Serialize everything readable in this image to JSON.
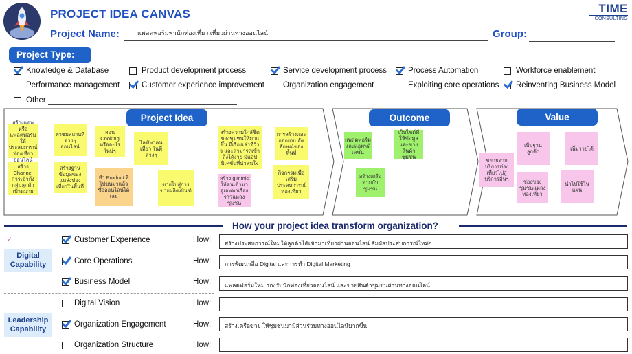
{
  "header": {
    "title": "PROJECT IDEA CANVAS",
    "project_name_label": "Project Name:",
    "project_name_value": "แพลตฟอร์มพานักท่องเที่ยว เที่ยวผ่านทางออนไลน์",
    "group_label": "Group:",
    "brand_main": "TIME",
    "brand_sub": "CONSULTING"
  },
  "project_type": {
    "label": "Project Type:",
    "options": [
      {
        "label": "Knowledge & Database",
        "checked": true
      },
      {
        "label": "Product development process",
        "checked": false
      },
      {
        "label": "Service development process",
        "checked": true
      },
      {
        "label": "Process Automation",
        "checked": true
      },
      {
        "label": "Workforce enablement",
        "checked": false
      },
      {
        "label": "Performance management",
        "checked": false
      },
      {
        "label": "Customer experience improvement",
        "checked": true
      },
      {
        "label": "Organization engagement",
        "checked": false
      },
      {
        "label": "Exploiting core operations",
        "checked": false
      },
      {
        "label": "Reinventing Business Model",
        "checked": true
      },
      {
        "label": "Other",
        "checked": false
      }
    ]
  },
  "canvas": {
    "idea_title": "Project Idea",
    "outcome_title": "Outcome",
    "value_title": "Value",
    "idea_notes": [
      "สร้างแอพหรือแพลตฟอร์มให้ประสบการณ์ท่องเที่ยวออนไลน์",
      "สร้าง Channel การเข้าถึงกลุ่มลูกค้าเป้าหมาย",
      "พาชมสถานที่ต่างๆ ออนไลน์",
      "สร้างฐานข้อมูลของแหล่งท่องเที่ยวในพื้นที่",
      "สอน Cooking หรืออะไรใหม่ๆ",
      "ทำ Product ที่ไปขนมาแล้วซื้อออนไลน์ได้เลย",
      "ไลฟ์พาคนเที่ยว ในที่ต่างๆ",
      "ขายไปสู่การขายผลิตภัณฑ์",
      "สร้างความใกล้ชิดของชุมชนให้มากขึ้น มีเรื่องเล่าที่ว้าว และสามารถเข้าถึงได้ง่าย มีแอปพิเคชั่นที่น่าสนใจ",
      "สร้าง gimmic ให้คนเข้ามาดูเอพพาเรื่องราวแหล่งชุมชน",
      "การสร้างและออกแบบอัตลักษณ์ของพื้นที่",
      "กิจกรรมเพื่อเสริมประสบการณ์ท่องเที่ยว"
    ],
    "outcome_notes": [
      "แพลตฟอร์มและแอพพลิเคชั่น",
      "เว็บไซต์ที่ให้ข้อมูลและขายสินค้าชุมชน",
      "สร้างเครือข่ายกับชุมชน"
    ],
    "value_notes": [
      "ขยายจากบริการท่องเที่ยวไปสู่บริการอื่นๆ",
      "เพิ่มฐานลูกค้า",
      "เพิ่มรายได้",
      "ช่องของชุมชนแหล่งท่องเที่ยว",
      "นำไปใช้ในแผน"
    ]
  },
  "transform": {
    "title": "How your project idea transform organization?",
    "how_label": "How:",
    "digital_label": "Digital Capability",
    "leadership_label": "Leadership Capability",
    "rows": [
      {
        "label": "Customer Experience",
        "checked": true,
        "how": "สร้างประสบการณ์ใหม่ให้ลูกค้าได้เข้ามาเที่ยวผ่านออนไลน์ สัมผัสประสบการณ์ใหม่ๆ"
      },
      {
        "label": "Core Operations",
        "checked": true,
        "how": "การพัฒนาสื่อ Digital และการทำ Digital Marketing"
      },
      {
        "label": "Business Model",
        "checked": true,
        "how": "แพลตฟอร์มใหม่ รองรับนักท่องเที่ยวออนไลน์ และขายสินค้าชุมชนผ่านทางออนไลน์"
      },
      {
        "label": "Digital Vision",
        "checked": false,
        "how": ""
      },
      {
        "label": "Organization Engagement",
        "checked": true,
        "how": "สร้างเครือข่าย ให้ชุมชนมามีส่วนร่วมทางออนไลน์มากขึ้น"
      },
      {
        "label": "Organization Structure",
        "checked": false,
        "how": ""
      }
    ]
  }
}
